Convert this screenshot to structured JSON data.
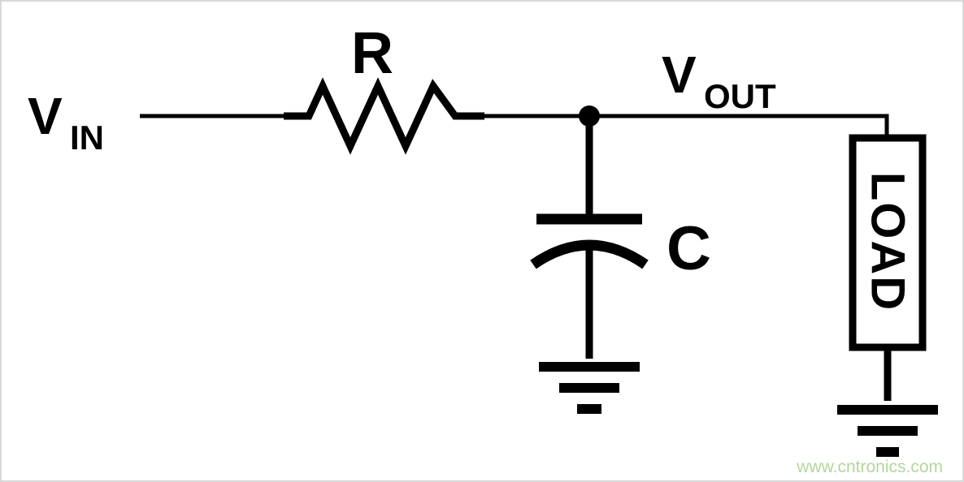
{
  "diagram": {
    "labels": {
      "vin_main": "V",
      "vin_sub": "IN",
      "vout_main": "V",
      "vout_sub": "OUT",
      "resistor": "R",
      "capacitor": "C",
      "load": "LOAD"
    },
    "watermark": "www.cntronics.com",
    "colors": {
      "line": "#000000",
      "watermark": "#b3d69c",
      "border": "#d8d8d8"
    }
  }
}
